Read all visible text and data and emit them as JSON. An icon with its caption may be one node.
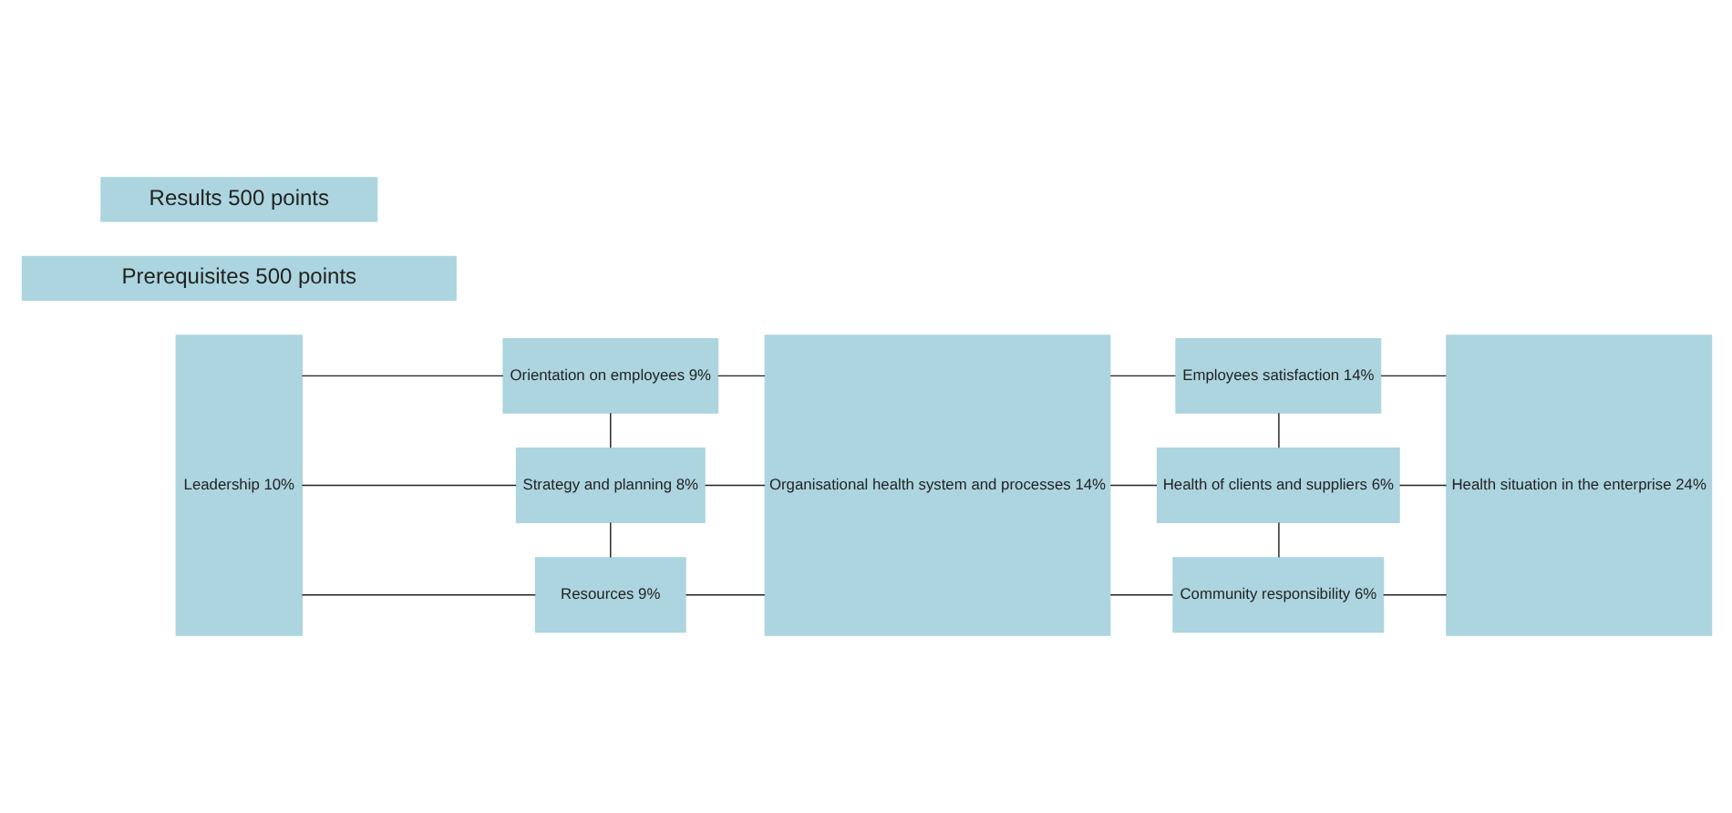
{
  "diagram": {
    "nodes": [
      {
        "text": [
          "Leadership 10%"
        ]
      },
      {
        "text": [
          "Orientation on employees 9%"
        ]
      },
      {
        "text": [
          "Strategy and planning 8%"
        ]
      },
      {
        "text": [
          "Resources 9%"
        ]
      },
      {
        "text": [
          "Organisational health system and processes 14%"
        ]
      },
      {
        "text": [
          "Employees satisfaction 14%"
        ]
      },
      {
        "text": [
          "Health of clients and suppliers 6%"
        ]
      },
      {
        "text": [
          "Community responsibility 6%"
        ]
      },
      {
        "text": [
          "Health situation in the enterprise 24%"
        ]
      },
      {
        "text": [
          "Prerequisites 500 points"
        ]
      },
      {
        "text": [
          "Results 500 points"
        ]
      }
    ],
    "edges": [
      {
        "from": 0,
        "to": 1,
        "arrow": "none"
      },
      {
        "from": 0,
        "to": 2,
        "arrow": "none"
      },
      {
        "from": 0,
        "to": 3,
        "arrow": "none"
      },
      {
        "from": 1,
        "to": 2,
        "arrow": "none"
      },
      {
        "from": 2,
        "to": 3,
        "arrow": "none"
      },
      {
        "from": 1,
        "to": 4,
        "arrow": "none"
      },
      {
        "from": 2,
        "to": 4,
        "arrow": "none"
      },
      {
        "from": 3,
        "to": 4,
        "arrow": "none"
      },
      {
        "from": 4,
        "to": 5,
        "arrow": "none"
      },
      {
        "from": 4,
        "to": 6,
        "arrow": "none"
      },
      {
        "from": 4,
        "to": 7,
        "arrow": "none"
      },
      {
        "from": 5,
        "to": 6,
        "arrow": "none"
      },
      {
        "from": 6,
        "to": 7,
        "arrow": "none"
      },
      {
        "from": 5,
        "to": 8,
        "arrow": "none"
      },
      {
        "from": 6,
        "to": 8,
        "arrow": "none"
      },
      {
        "from": 7,
        "to": 8,
        "arrow": "none"
      }
    ]
  }
}
